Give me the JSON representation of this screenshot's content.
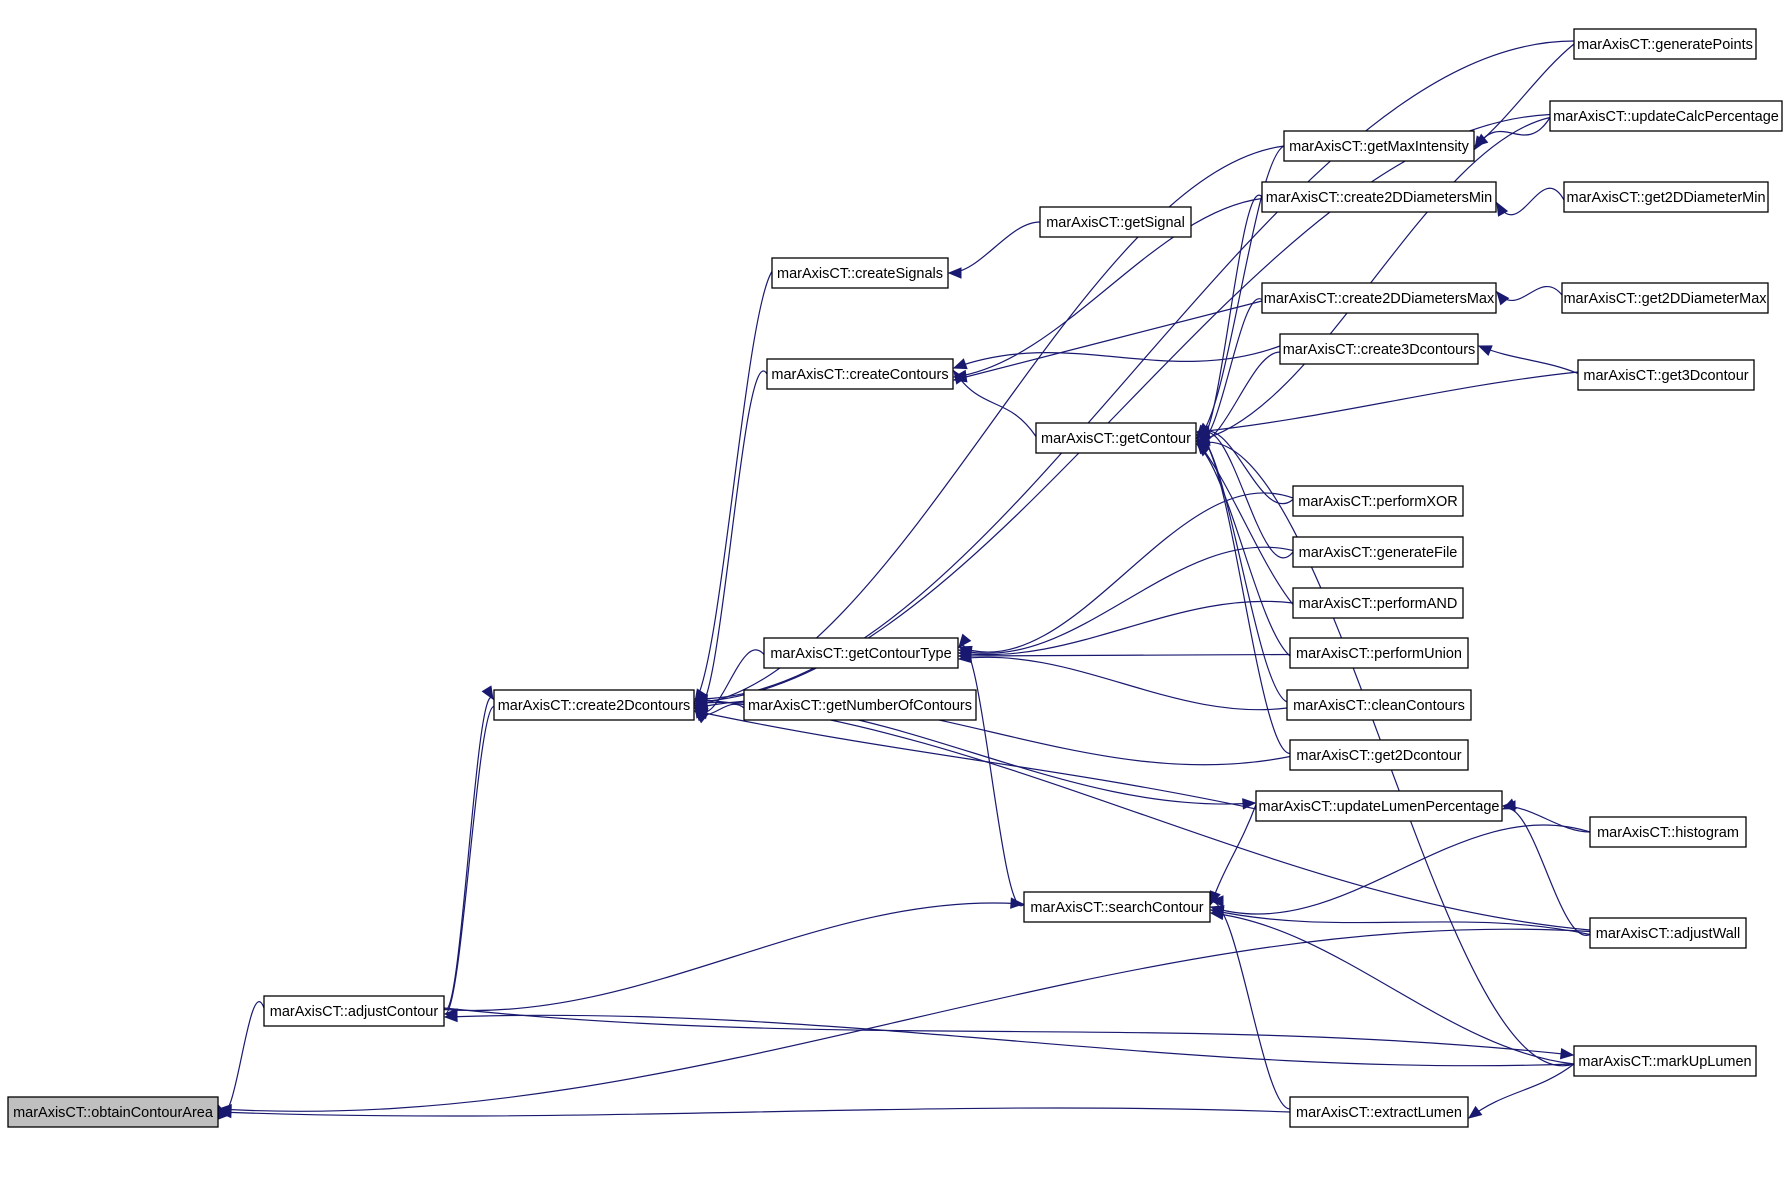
{
  "colors": {
    "edge": "#191970",
    "node_border": "#000000",
    "node_fill": "#ffffff",
    "highlight_fill": "#bfbfbf"
  },
  "nodes": [
    {
      "id": "obtainContourArea",
      "label": "marAxisCT::obtainContourArea",
      "highlight": true
    },
    {
      "id": "adjustContour",
      "label": "marAxisCT::adjustContour"
    },
    {
      "id": "create2Dcontours",
      "label": "marAxisCT::create2Dcontours"
    },
    {
      "id": "createSignals",
      "label": "marAxisCT::createSignals"
    },
    {
      "id": "createContours",
      "label": "marAxisCT::createContours"
    },
    {
      "id": "getContourType",
      "label": "marAxisCT::getContourType"
    },
    {
      "id": "getNumberOfContours",
      "label": "marAxisCT::getNumberOfContours"
    },
    {
      "id": "getSignal",
      "label": "marAxisCT::getSignal"
    },
    {
      "id": "getContour",
      "label": "marAxisCT::getContour"
    },
    {
      "id": "searchContour",
      "label": "marAxisCT::searchContour"
    },
    {
      "id": "getMaxIntensity",
      "label": "marAxisCT::getMaxIntensity"
    },
    {
      "id": "create2DDiametersMin",
      "label": "marAxisCT::create2DDiametersMin"
    },
    {
      "id": "create2DDiametersMax",
      "label": "marAxisCT::create2DDiametersMax"
    },
    {
      "id": "create3Dcontours",
      "label": "marAxisCT::create3Dcontours"
    },
    {
      "id": "performXOR",
      "label": "marAxisCT::performXOR"
    },
    {
      "id": "generateFile",
      "label": "marAxisCT::generateFile"
    },
    {
      "id": "performAND",
      "label": "marAxisCT::performAND"
    },
    {
      "id": "performUnion",
      "label": "marAxisCT::performUnion"
    },
    {
      "id": "cleanContours",
      "label": "marAxisCT::cleanContours"
    },
    {
      "id": "get2Dcontour",
      "label": "marAxisCT::get2Dcontour"
    },
    {
      "id": "updateLumenPercentage",
      "label": "marAxisCT::updateLumenPercentage"
    },
    {
      "id": "extractLumen",
      "label": "marAxisCT::extractLumen"
    },
    {
      "id": "generatePoints",
      "label": "marAxisCT::generatePoints"
    },
    {
      "id": "updateCalcPercentage",
      "label": "marAxisCT::updateCalcPercentage"
    },
    {
      "id": "get2DDiameterMin",
      "label": "marAxisCT::get2DDiameterMin"
    },
    {
      "id": "get2DDiameterMax",
      "label": "marAxisCT::get2DDiameterMax"
    },
    {
      "id": "get3Dcontour",
      "label": "marAxisCT::get3Dcontour"
    },
    {
      "id": "histogram",
      "label": "marAxisCT::histogram"
    },
    {
      "id": "adjustWall",
      "label": "marAxisCT::adjustWall"
    },
    {
      "id": "markUpLumen",
      "label": "marAxisCT::markUpLumen"
    }
  ],
  "edges": [
    {
      "from": "adjustContour",
      "to": "obtainContourArea"
    },
    {
      "from": "adjustWall",
      "to": "obtainContourArea"
    },
    {
      "from": "extractLumen",
      "to": "obtainContourArea"
    },
    {
      "from": "create2Dcontours",
      "to": "adjustContour"
    },
    {
      "from": "markUpLumen",
      "to": "adjustContour"
    },
    {
      "from": "adjustContour",
      "to": "create2Dcontours"
    },
    {
      "from": "createSignals",
      "to": "create2Dcontours"
    },
    {
      "from": "createContours",
      "to": "create2Dcontours"
    },
    {
      "from": "getContourType",
      "to": "create2Dcontours"
    },
    {
      "from": "getNumberOfContours",
      "to": "create2Dcontours"
    },
    {
      "from": "generatePoints",
      "to": "create2Dcontours"
    },
    {
      "from": "updateCalcPercentage",
      "to": "create2Dcontours"
    },
    {
      "from": "getMaxIntensity",
      "to": "create2Dcontours"
    },
    {
      "from": "get2Dcontour",
      "to": "create2Dcontours"
    },
    {
      "from": "updateLumenPercentage",
      "to": "create2Dcontours"
    },
    {
      "from": "adjustWall",
      "to": "create2Dcontours"
    },
    {
      "from": "create2Dcontours",
      "to": "updateLumenPercentage"
    },
    {
      "from": "getSignal",
      "to": "createSignals"
    },
    {
      "from": "create2DDiametersMin",
      "to": "createContours"
    },
    {
      "from": "create2DDiametersMax",
      "to": "createContours"
    },
    {
      "from": "create3Dcontours",
      "to": "createContours"
    },
    {
      "from": "getContour",
      "to": "createContours"
    },
    {
      "from": "create2DDiametersMin",
      "to": "getContour"
    },
    {
      "from": "create2DDiametersMax",
      "to": "getContour"
    },
    {
      "from": "create3Dcontours",
      "to": "getContour"
    },
    {
      "from": "get3Dcontour",
      "to": "getContour"
    },
    {
      "from": "performXOR",
      "to": "getContour"
    },
    {
      "from": "generateFile",
      "to": "getContour"
    },
    {
      "from": "performAND",
      "to": "getContour"
    },
    {
      "from": "performUnion",
      "to": "getContour"
    },
    {
      "from": "cleanContours",
      "to": "getContour"
    },
    {
      "from": "get2Dcontour",
      "to": "getContour"
    },
    {
      "from": "getMaxIntensity",
      "to": "getContour"
    },
    {
      "from": "updateCalcPercentage",
      "to": "getContour"
    },
    {
      "from": "markUpLumen",
      "to": "getContour"
    },
    {
      "from": "performXOR",
      "to": "getContourType"
    },
    {
      "from": "generateFile",
      "to": "getContourType"
    },
    {
      "from": "performAND",
      "to": "getContourType"
    },
    {
      "from": "performUnion",
      "to": "getContourType"
    },
    {
      "from": "cleanContours",
      "to": "getContourType"
    },
    {
      "from": "searchContour",
      "to": "getContourType"
    },
    {
      "from": "updateLumenPercentage",
      "to": "searchContour"
    },
    {
      "from": "histogram",
      "to": "searchContour"
    },
    {
      "from": "adjustWall",
      "to": "searchContour"
    },
    {
      "from": "markUpLumen",
      "to": "searchContour"
    },
    {
      "from": "extractLumen",
      "to": "searchContour"
    },
    {
      "from": "adjustContour",
      "to": "searchContour"
    },
    {
      "from": "generatePoints",
      "to": "getMaxIntensity"
    },
    {
      "from": "updateCalcPercentage",
      "to": "getMaxIntensity"
    },
    {
      "from": "get2DDiameterMin",
      "to": "create2DDiametersMin"
    },
    {
      "from": "get2DDiameterMax",
      "to": "create2DDiametersMax"
    },
    {
      "from": "get3Dcontour",
      "to": "create3Dcontours"
    },
    {
      "from": "histogram",
      "to": "updateLumenPercentage"
    },
    {
      "from": "adjustWall",
      "to": "updateLumenPercentage"
    },
    {
      "from": "markUpLumen",
      "to": "extractLumen"
    },
    {
      "from": "adjustContour",
      "to": "markUpLumen"
    }
  ]
}
